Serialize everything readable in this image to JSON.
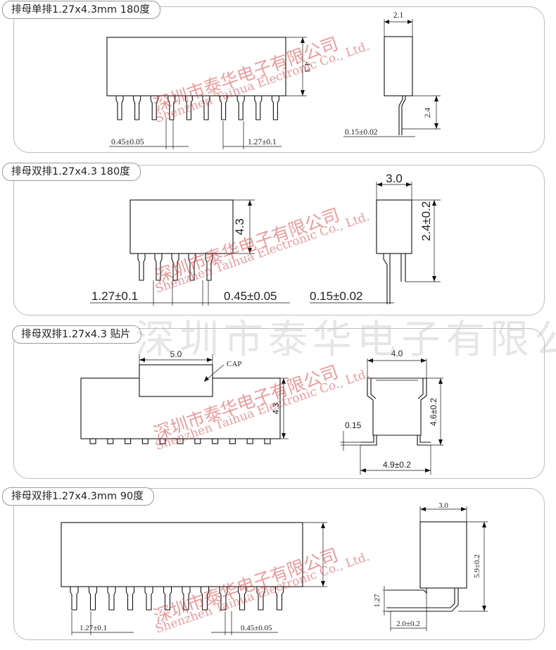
{
  "sections": [
    {
      "title": "排母单排1.27x4.3mm 180度",
      "dims": {
        "height": "4.3",
        "width": "2.1",
        "pin_len": "2.4",
        "offset": "0.15±0.02",
        "pin_w": "0.45±0.05",
        "pitch": "1.27±0.1"
      }
    },
    {
      "title": "排母双排1.27x4.3 180度",
      "dims": {
        "height": "4.3",
        "width": "3.0",
        "pin_len": "2.4±0.2",
        "offset": "0.15±0.02",
        "pitch": "1.27±0.1",
        "pin_w": "0.45±0.05"
      }
    },
    {
      "title": "排母双排1.27x4.3 贴片",
      "dims": {
        "cap_w": "5.0",
        "cap_label": "CAP",
        "height": "4.3",
        "top_w": "4.0",
        "side_h": "4.6±0.2",
        "offset": "0.15",
        "foot_w": "4.9±0.2"
      }
    },
    {
      "title": "排母双排1.27x4.3mm 90度",
      "dims": {
        "width": "3.0",
        "height": "5.9±0.2",
        "pin_h": "1.27",
        "foot_w": "2.0±0.2",
        "pitch": "1.27±0.1",
        "pin_w": "0.45±0.05"
      }
    }
  ],
  "watermark": {
    "cn": "深圳市泰华电子有限公司",
    "en": "Shenzhen Taihua Electronic Co., Ltd."
  }
}
